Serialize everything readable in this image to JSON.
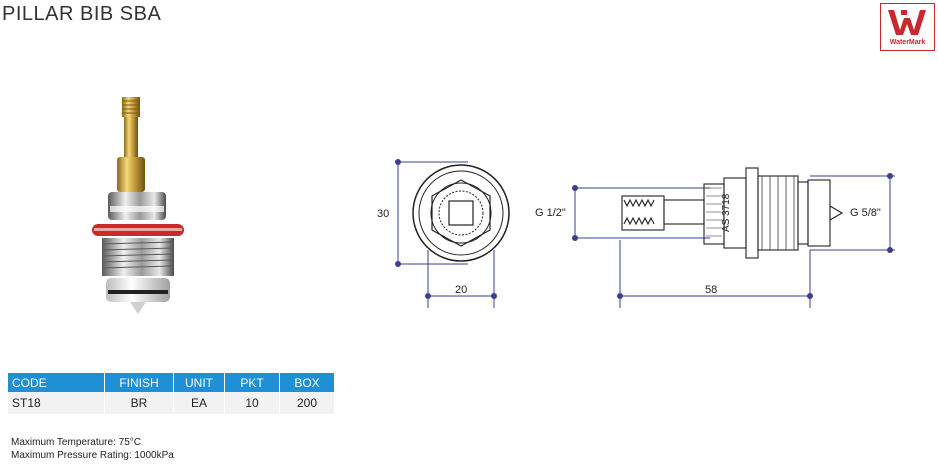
{
  "title": "PILLAR BIB SBA",
  "badge": {
    "text": "WaterMark",
    "color": "#c9282d"
  },
  "drawing": {
    "dims": {
      "height_front": "30",
      "width_front": "20",
      "thread_left": "G 1/2\"",
      "thread_right": "G 5/8\"",
      "length": "58",
      "stamp": "AS 3718"
    },
    "dim_color": "#3a3f8f"
  },
  "table": {
    "headers": [
      "CODE",
      "FINISH",
      "UNIT",
      "PKT",
      "BOX"
    ],
    "rows": [
      [
        "ST18",
        "BR",
        "EA",
        "10",
        "200"
      ]
    ],
    "header_color": "#1f8fd6"
  },
  "notes": [
    "Maximum Temperature: 75°C",
    "Maximum Pressure Rating: 1000kPa"
  ]
}
